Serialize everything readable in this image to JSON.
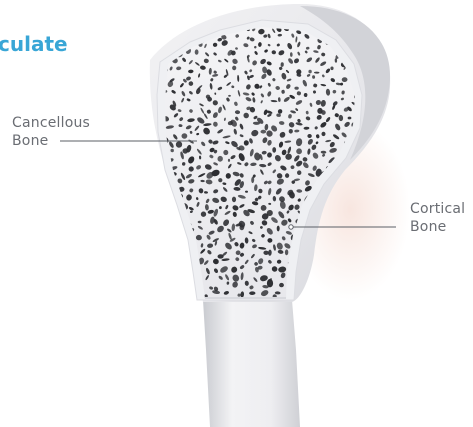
{
  "heading": "culate",
  "labels": {
    "cancellous": {
      "line1": "Cancellous",
      "line2": "Bone"
    },
    "cortical": {
      "line1": "Cortical",
      "line2": "Bone"
    }
  },
  "colors": {
    "heading": "#39a6d6",
    "label_text": "#6a6d73",
    "leader_line": "#5b5f66",
    "cortical_shell": "#e9eaee",
    "spongy_pores": "#2c2d31"
  }
}
